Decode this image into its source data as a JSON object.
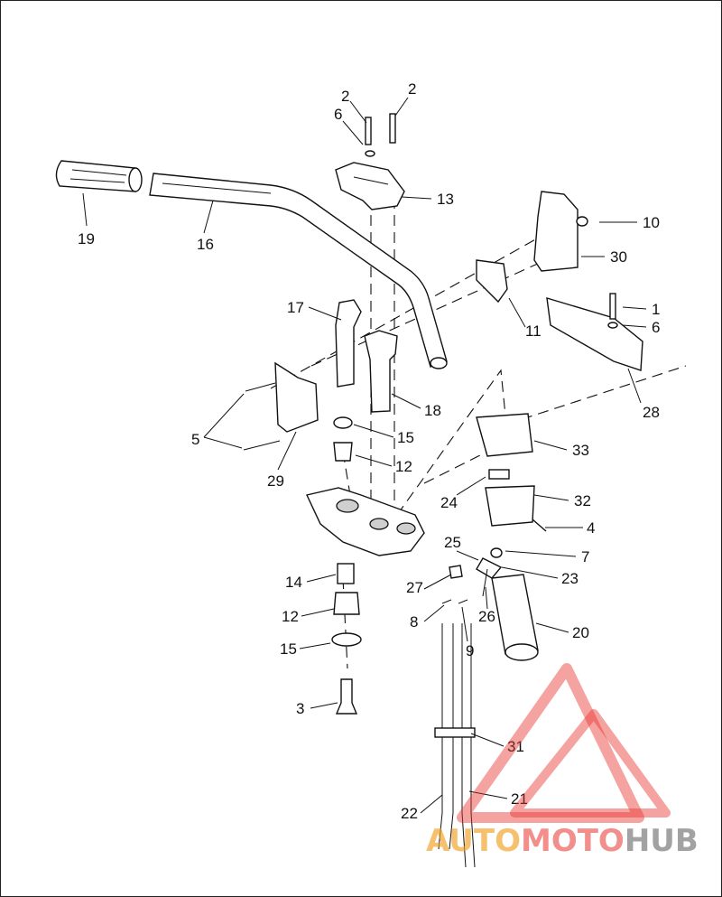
{
  "callouts": {
    "c2a": "2",
    "c2b": "2",
    "c6a": "6",
    "c13": "13",
    "c19": "19",
    "c16": "16",
    "c10": "10",
    "c30": "30",
    "c17": "17",
    "c11": "11",
    "c1": "1",
    "c6b": "6",
    "c18": "18",
    "c28": "28",
    "c5": "5",
    "c15a": "15",
    "c12a": "12",
    "c29": "29",
    "c33": "33",
    "c24": "24",
    "c32": "32",
    "c4": "4",
    "c25": "25",
    "c7": "7",
    "c23": "23",
    "c14": "14",
    "c27": "27",
    "c12b": "12",
    "c26": "26",
    "c8": "8",
    "c9": "9",
    "c20": "20",
    "c15b": "15",
    "c3": "3",
    "c31": "31",
    "c21": "21",
    "c22": "22"
  },
  "watermark": {
    "part1": "AUTO",
    "part2": "MOTO",
    "part3": "HUB",
    "colors": {
      "red": "#e8332d",
      "orange": "#f0a020",
      "gray": "#7a7a7a"
    }
  }
}
